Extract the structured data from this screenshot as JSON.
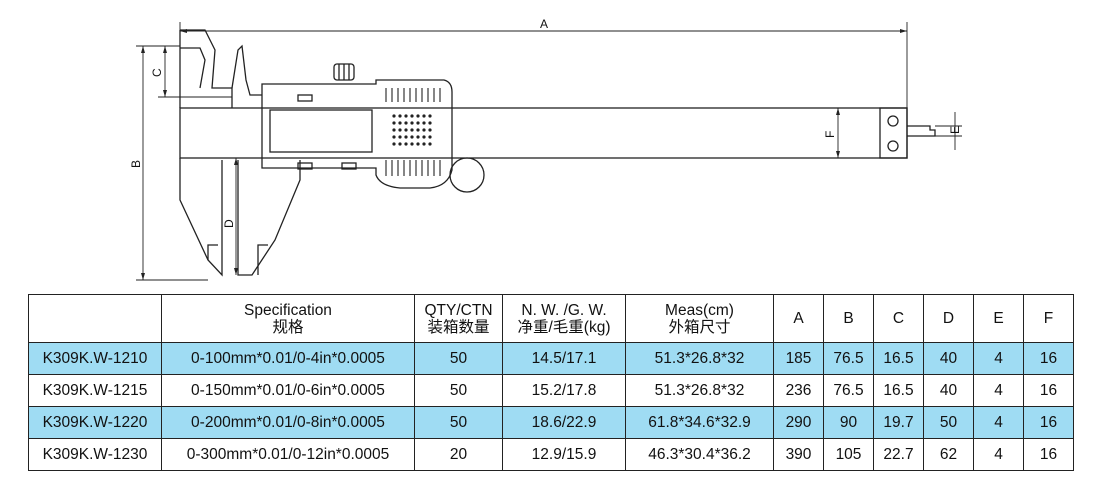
{
  "drawing": {
    "dimension_labels": {
      "A": "A",
      "B": "B",
      "C": "C",
      "D": "D",
      "E": "E",
      "F": "F"
    }
  },
  "table": {
    "headers": [
      {
        "line1": "",
        "line2": ""
      },
      {
        "line1": "Specification",
        "line2": "规格"
      },
      {
        "line1": "QTY/CTN",
        "line2": "装箱数量"
      },
      {
        "line1": "N. W. /G. W.",
        "line2": "净重/毛重(kg)"
      },
      {
        "line1": "Meas(cm)",
        "line2": "外箱尺寸"
      },
      {
        "line1": "A",
        "line2": ""
      },
      {
        "line1": "B",
        "line2": ""
      },
      {
        "line1": "C",
        "line2": ""
      },
      {
        "line1": "D",
        "line2": ""
      },
      {
        "line1": "E",
        "line2": ""
      },
      {
        "line1": "F",
        "line2": ""
      }
    ],
    "rows": [
      [
        "K309K.W-1210",
        "0-100mm*0.01/0-4in*0.0005",
        "50",
        "14.5/17.1",
        "51.3*26.8*32",
        "185",
        "76.5",
        "16.5",
        "40",
        "4",
        "16"
      ],
      [
        "K309K.W-1215",
        "0-150mm*0.01/0-6in*0.0005",
        "50",
        "15.2/17.8",
        "51.3*26.8*32",
        "236",
        "76.5",
        "16.5",
        "40",
        "4",
        "16"
      ],
      [
        "K309K.W-1220",
        "0-200mm*0.01/0-8in*0.0005",
        "50",
        "18.6/22.9",
        "61.8*34.6*32.9",
        "290",
        "90",
        "19.7",
        "50",
        "4",
        "16"
      ],
      [
        "K309K.W-1230",
        "0-300mm*0.01/0-12in*0.0005",
        "20",
        "12.9/15.9",
        "46.3*30.4*36.2",
        "390",
        "105",
        "22.7",
        "62",
        "4",
        "16"
      ]
    ],
    "row_highlight_color": "#9fdcf3"
  }
}
